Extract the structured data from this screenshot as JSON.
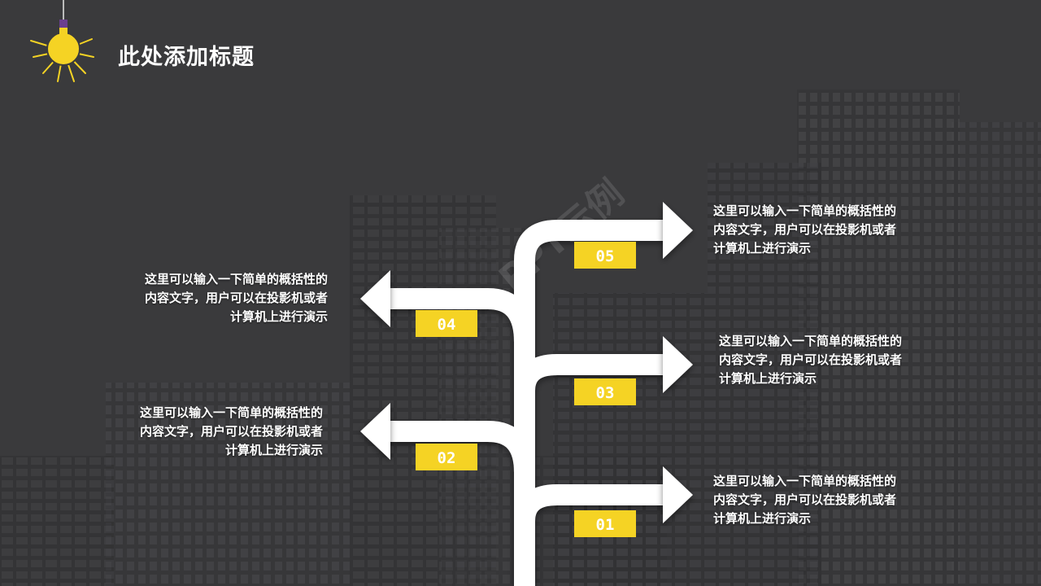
{
  "slide": {
    "title": "此处添加标题",
    "watermark": "PPT示例",
    "colors": {
      "background": "#3a3a3c",
      "accent": "#f5d324",
      "arrow": "#ffffff"
    }
  },
  "steps": [
    {
      "num": "01",
      "line1": "这里可以输入一下简单的概括性的",
      "line2": "内容文字，用户可以在投影机或者",
      "line3": "计算机上进行演示"
    },
    {
      "num": "02",
      "line1": "这里可以输入一下简单的概括性的",
      "line2": "内容文字，用户可以在投影机或者",
      "line3": "计算机上进行演示"
    },
    {
      "num": "03",
      "line1": "这里可以输入一下简单的概括性的",
      "line2": "内容文字，用户可以在投影机或者",
      "line3": "计算机上进行演示"
    },
    {
      "num": "04",
      "line1": "这里可以输入一下简单的概括性的",
      "line2": "内容文字，用户可以在投影机或者",
      "line3": "计算机上进行演示"
    },
    {
      "num": "05",
      "line1": "这里可以输入一下简单的概括性的",
      "line2": "内容文字，用户可以在投影机或者",
      "line3": "计算机上进行演示"
    }
  ]
}
